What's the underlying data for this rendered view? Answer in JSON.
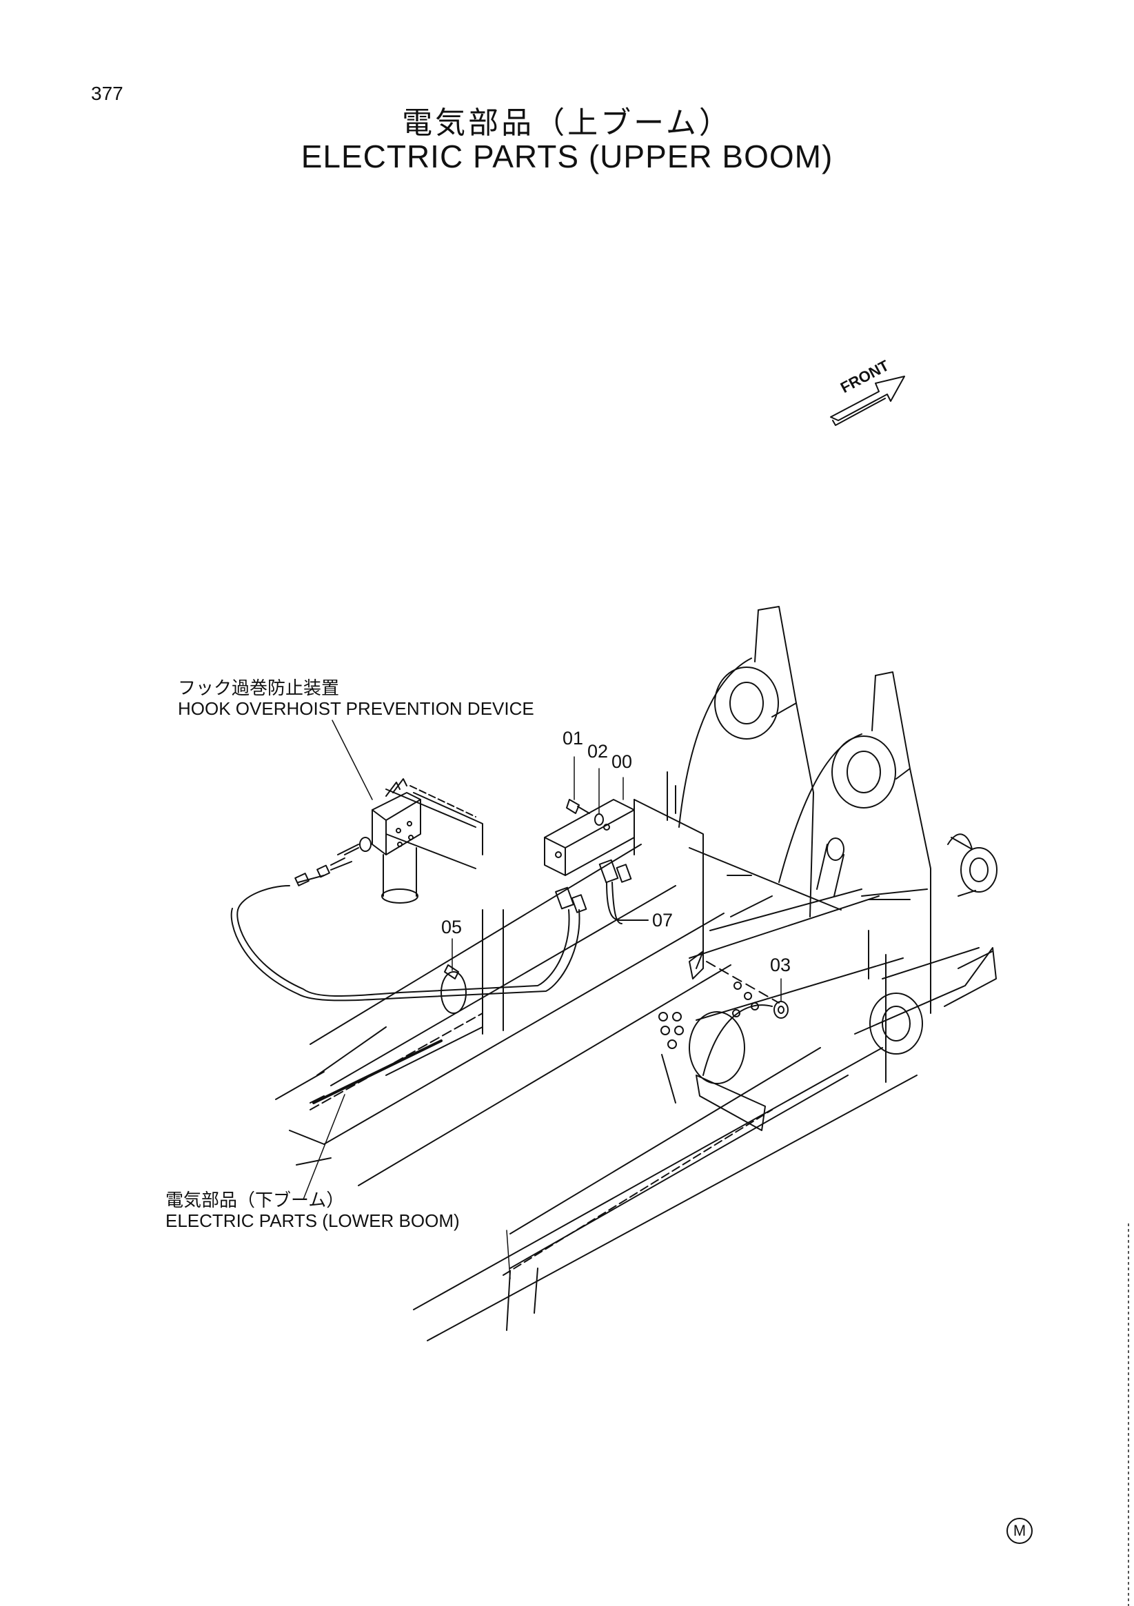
{
  "page_number": "377",
  "title_jp": "電気部品（上ブーム）",
  "title_en": "ELECTRIC PARTS (UPPER BOOM)",
  "front_label": "FRONT",
  "callouts": {
    "hook_jp": "フック過巻防止装置",
    "hook_en": "HOOK OVERHOIST PREVENTION DEVICE",
    "lower_jp": "電気部品（下ブーム）",
    "lower_en": "ELECTRIC PARTS (LOWER BOOM)"
  },
  "part_numbers": {
    "p01": "01",
    "p02": "02",
    "p00": "00",
    "p07": "07",
    "p05": "05",
    "p03": "03"
  },
  "corner_mark": "M"
}
